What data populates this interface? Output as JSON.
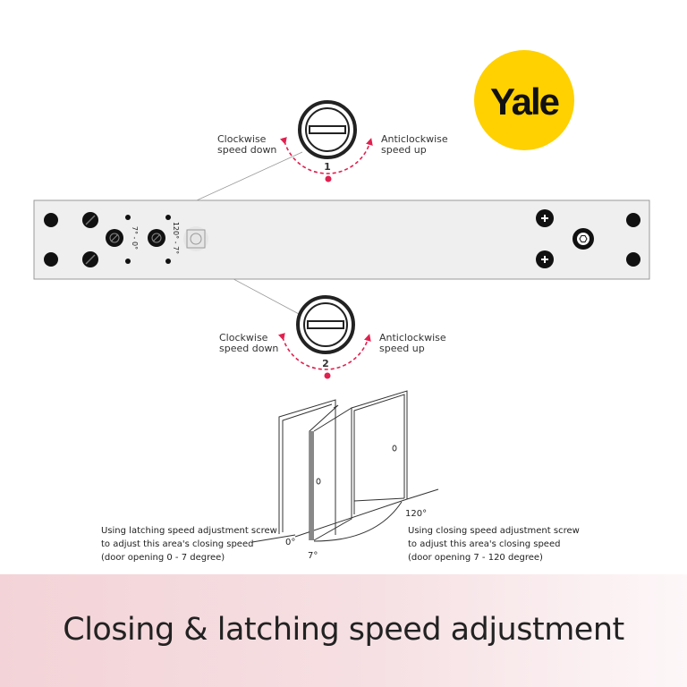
{
  "brand": {
    "logo_text": "Yale",
    "color": "#FFD100"
  },
  "dial_1": {
    "number": "1",
    "left_label": [
      "Clockwise",
      "speed down"
    ],
    "right_label": [
      "Anticlockwise",
      "speed up"
    ]
  },
  "dial_2": {
    "number": "2",
    "left_label": [
      "Clockwise",
      "speed down"
    ],
    "right_label": [
      "Anticlockwise",
      "speed up"
    ]
  },
  "closer_body": {
    "screw_1_range": "7° - 0°",
    "screw_2_range": "120° - 7°"
  },
  "door_diagram": {
    "angle_0": "0°",
    "angle_7": "7°",
    "angle_120": "120°",
    "left_caption": [
      "Using latching speed adjustment screw",
      "to adjust this area's closing speed",
      "(door opening 0 - 7 degree)"
    ],
    "right_caption": [
      "Using closing speed adjustment screw",
      "to adjust this area's closing speed",
      "(door opening 7 - 120 degree)"
    ]
  },
  "accent_color": "#e0214f",
  "footer": {
    "title": "Closing & latching speed adjustment"
  }
}
